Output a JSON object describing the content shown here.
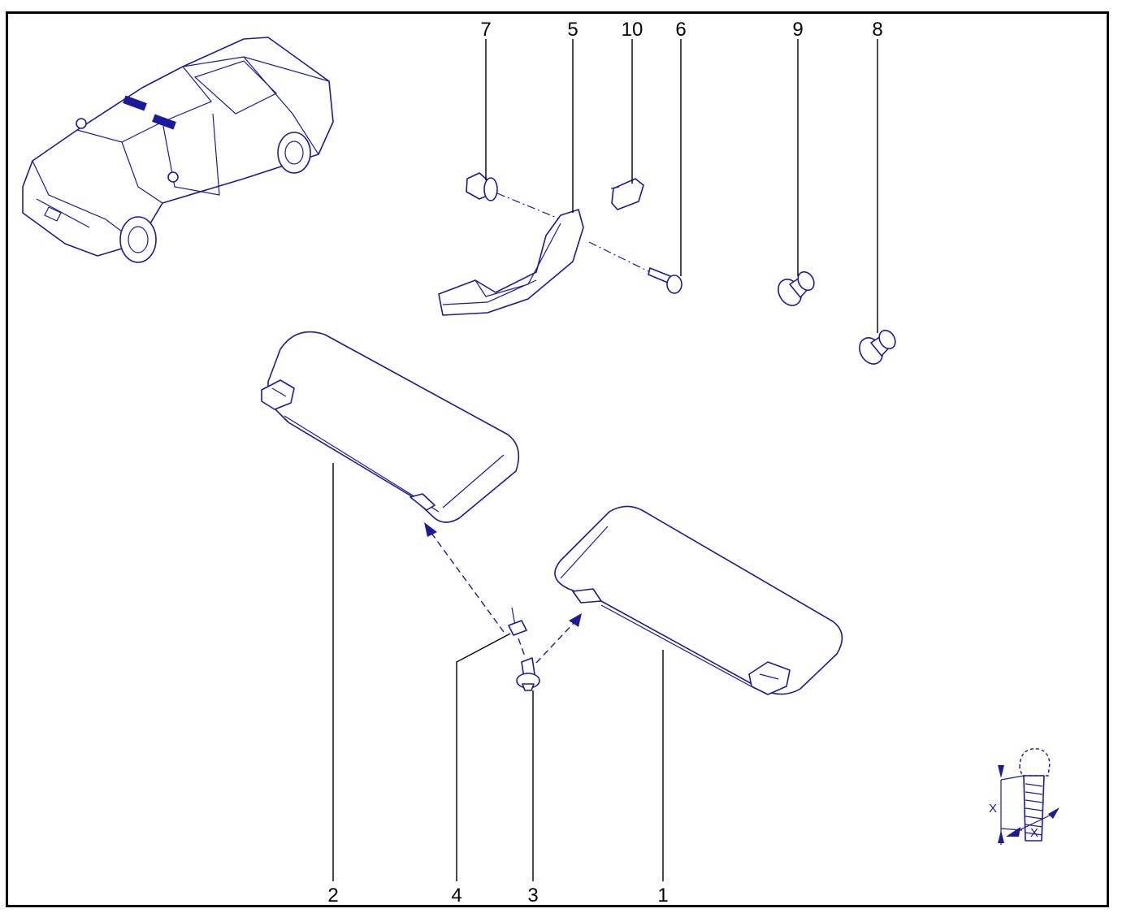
{
  "diagram": {
    "callouts": [
      {
        "id": "7",
        "label": "7"
      },
      {
        "id": "5",
        "label": "5"
      },
      {
        "id": "10",
        "label": "10"
      },
      {
        "id": "6",
        "label": "6"
      },
      {
        "id": "9",
        "label": "9"
      },
      {
        "id": "8",
        "label": "8"
      },
      {
        "id": "2",
        "label": "2"
      },
      {
        "id": "4",
        "label": "4"
      },
      {
        "id": "3",
        "label": "3"
      },
      {
        "id": "1",
        "label": "1"
      }
    ],
    "torque_symbol": {
      "dim_a": "X",
      "dim_b": "X"
    },
    "colors": {
      "line": "#1a1aa0",
      "frame": "#000000",
      "background": "#ffffff"
    }
  }
}
